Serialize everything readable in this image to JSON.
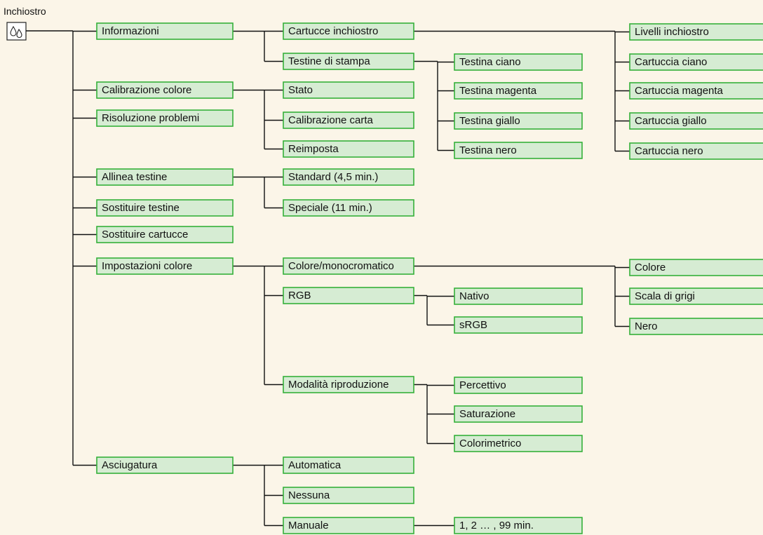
{
  "root": {
    "title": "Inchiostro",
    "icon": "ink-drops-icon"
  },
  "colors": {
    "node_fill": "#d6ecd3",
    "node_border": "#35b13a",
    "background": "#fbf5e8",
    "line": "#111111"
  },
  "level1": [
    {
      "id": "informazioni",
      "label": "Informazioni"
    },
    {
      "id": "calibrazione-colore",
      "label": "Calibrazione colore"
    },
    {
      "id": "risoluzione-problemi",
      "label": "Risoluzione problemi"
    },
    {
      "id": "allinea-testine",
      "label": "Allinea testine"
    },
    {
      "id": "sostituire-testine",
      "label": "Sostituire testine"
    },
    {
      "id": "sostituire-cartucce",
      "label": "Sostituire cartucce"
    },
    {
      "id": "impostazioni-colore",
      "label": "Impostazioni colore"
    },
    {
      "id": "asciugatura",
      "label": "Asciugatura"
    }
  ],
  "level2": [
    {
      "id": "cartucce-inchiostro",
      "label": "Cartucce inchiostro"
    },
    {
      "id": "testine-di-stampa",
      "label": "Testine di stampa"
    },
    {
      "id": "stato",
      "label": "Stato"
    },
    {
      "id": "calibrazione-carta",
      "label": "Calibrazione carta"
    },
    {
      "id": "reimposta",
      "label": "Reimposta"
    },
    {
      "id": "standard",
      "label": "Standard (4,5 min.)"
    },
    {
      "id": "speciale",
      "label": "Speciale (11 min.)"
    },
    {
      "id": "colore-monocromatico",
      "label": "Colore/monocromatico"
    },
    {
      "id": "rgb",
      "label": "RGB"
    },
    {
      "id": "modalita-riproduzione",
      "label": "Modalità riproduzione"
    },
    {
      "id": "automatica",
      "label": "Automatica"
    },
    {
      "id": "nessuna",
      "label": "Nessuna"
    },
    {
      "id": "manuale",
      "label": "Manuale"
    }
  ],
  "level3": [
    {
      "id": "testina-ciano",
      "label": "Testina ciano"
    },
    {
      "id": "testina-magenta",
      "label": "Testina magenta"
    },
    {
      "id": "testina-giallo",
      "label": "Testina giallo"
    },
    {
      "id": "testina-nero",
      "label": "Testina nero"
    },
    {
      "id": "nativo",
      "label": "Nativo"
    },
    {
      "id": "srgb",
      "label": "sRGB"
    },
    {
      "id": "percettivo",
      "label": "Percettivo"
    },
    {
      "id": "saturazione",
      "label": "Saturazione"
    },
    {
      "id": "colorimetrico",
      "label": "Colorimetrico"
    },
    {
      "id": "minuti",
      "label": "1, 2 … , 99 min."
    }
  ],
  "level4": [
    {
      "id": "livelli-inchiostro",
      "label": "Livelli inchiostro"
    },
    {
      "id": "cartuccia-ciano",
      "label": "Cartuccia ciano"
    },
    {
      "id": "cartuccia-magenta",
      "label": "Cartuccia magenta"
    },
    {
      "id": "cartuccia-giallo",
      "label": "Cartuccia giallo"
    },
    {
      "id": "cartuccia-nero",
      "label": "Cartuccia nero"
    },
    {
      "id": "colore",
      "label": "Colore"
    },
    {
      "id": "scala-di-grigi",
      "label": "Scala di grigi"
    },
    {
      "id": "nero",
      "label": "Nero"
    }
  ]
}
